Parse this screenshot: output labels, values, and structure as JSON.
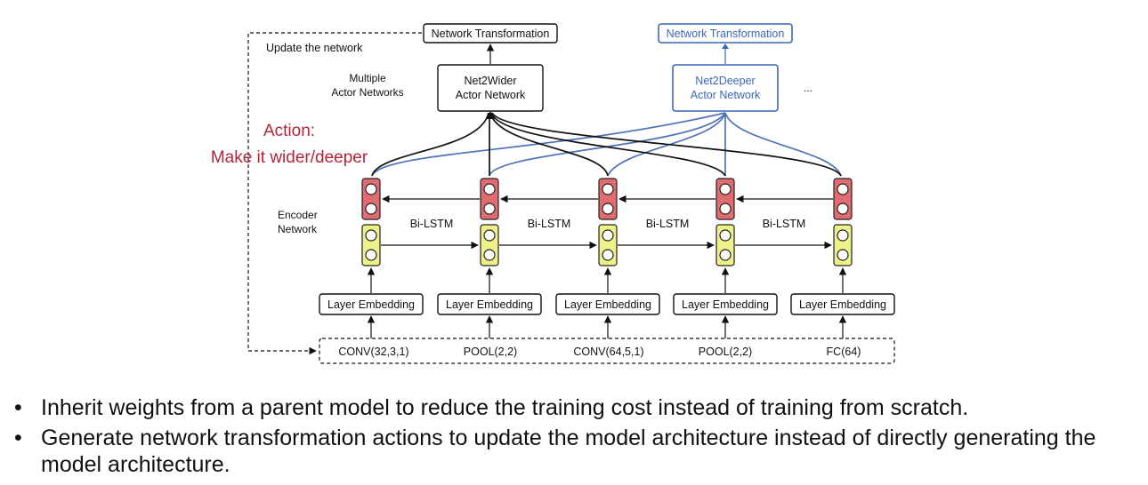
{
  "diagram": {
    "update_label": "Update the network",
    "net_transform_black": "Network Transformation",
    "net_transform_blue": "Network Transformation",
    "multiple_actor_line1": "Multiple",
    "multiple_actor_line2": "Actor Networks",
    "net2wider_line1": "Net2Wider",
    "net2wider_line2": "Actor Network",
    "net2deeper_line1": "Net2Deeper",
    "net2deeper_line2": "Actor Network",
    "ellipsis": "...",
    "action_line1": "Action:",
    "action_line2": "Make it wider/deeper",
    "encoder_line1": "Encoder",
    "encoder_line2": "Network",
    "bilstm": [
      "Bi-LSTM",
      "Bi-LSTM",
      "Bi-LSTM",
      "Bi-LSTM"
    ],
    "layer_embedding": [
      "Layer Embedding",
      "Layer Embedding",
      "Layer Embedding",
      "Layer Embedding",
      "Layer Embedding"
    ],
    "layers": [
      "CONV(32,3,1)",
      "POOL(2,2)",
      "CONV(64,5,1)",
      "POOL(2,2)",
      "FC(64)"
    ]
  },
  "colors": {
    "blue": "#3a66b8",
    "red_text": "#b3243a",
    "lstm_red": "#e06b70",
    "lstm_yellow": "#eef08a"
  },
  "bullets": [
    "Inherit weights from a parent model to reduce the training cost instead of training from scratch.",
    "Generate network transformation actions to update the model architecture instead of directly generating the model architecture."
  ]
}
